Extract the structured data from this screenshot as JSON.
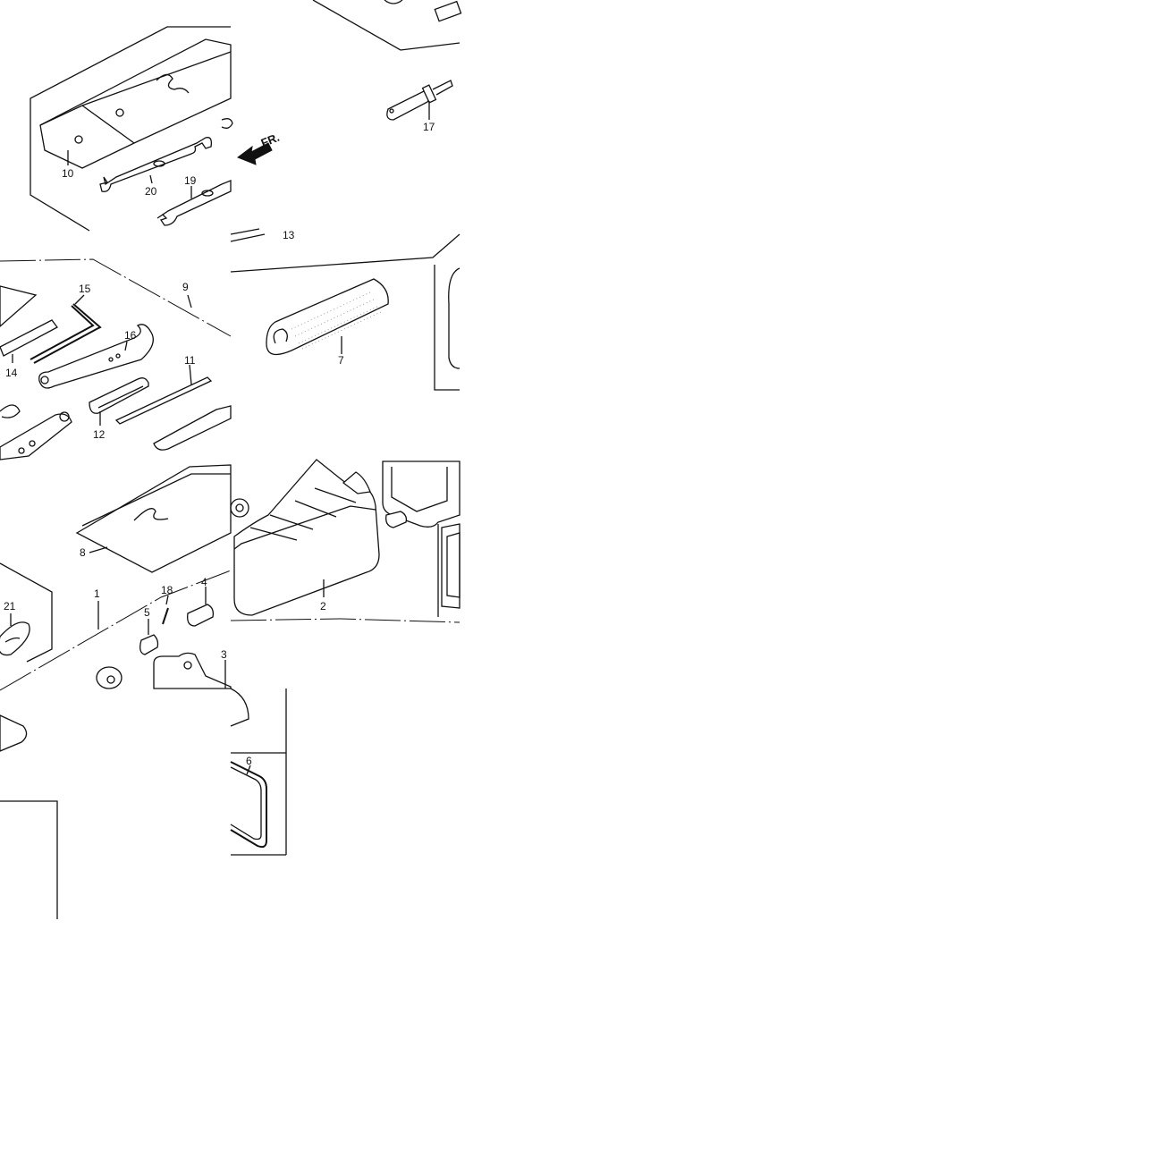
{
  "labels": {
    "l1": "1",
    "l2": "2",
    "l3": "3",
    "l4": "4",
    "l5": "5",
    "l6": "6",
    "l7": "7",
    "l8": "8",
    "l9": "9",
    "l10": "10",
    "l11": "11",
    "l12": "12",
    "l13": "13",
    "l14": "14",
    "l15": "15",
    "l16": "16",
    "l17": "17",
    "l18": "18",
    "l19": "19",
    "l20": "20",
    "l21": "21"
  },
  "front_arrow_text": "FR.",
  "colors": {
    "ink": "#111111",
    "paper": "#ffffff"
  }
}
